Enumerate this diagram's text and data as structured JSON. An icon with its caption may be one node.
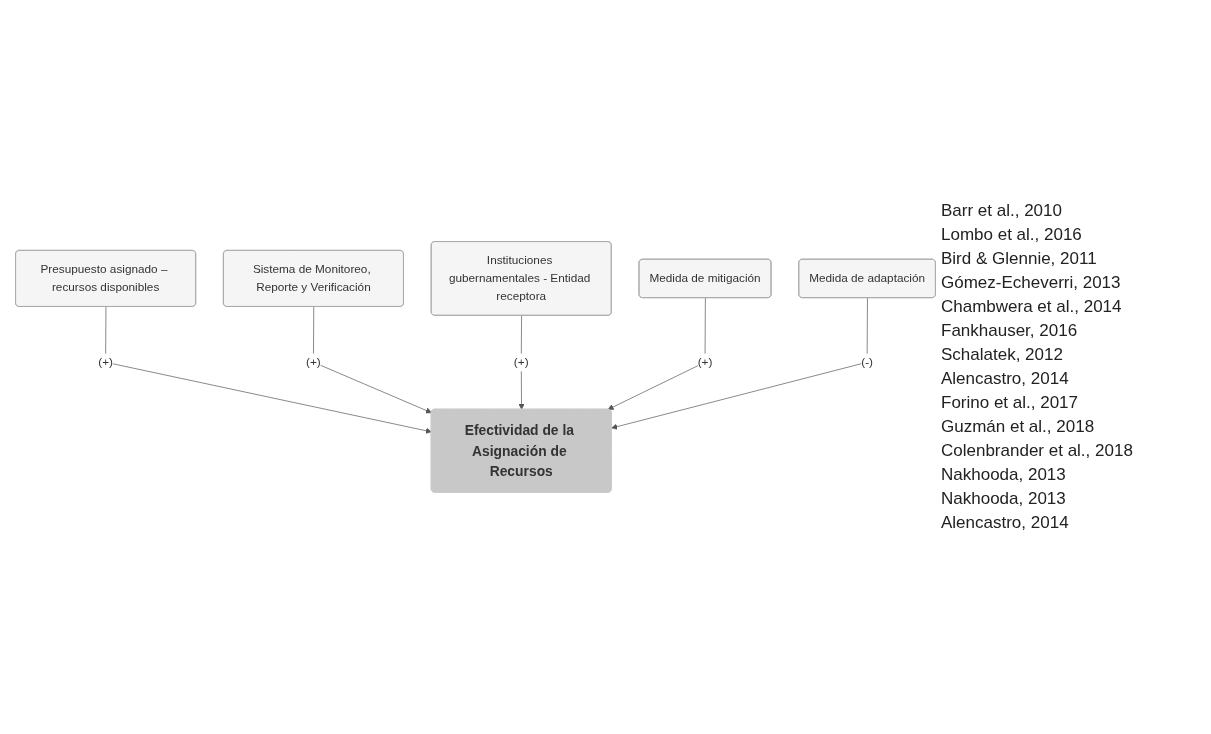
{
  "diagram": {
    "nodes": [
      {
        "text": [
          "Sistema de Monitoreo, Reporte y Verificación"
        ]
      },
      {
        "text": [
          "Presupuesto asignado – recursos disponibles"
        ]
      },
      {
        "text": [
          "Instituciones gubernamentales - Entidad receptora"
        ]
      },
      {
        "text": [
          "Efectividad de la Asignación de Recursos"
        ]
      },
      {
        "text": [
          "Medida de mitigación"
        ]
      },
      {
        "text": [
          "Medida de adaptación"
        ]
      }
    ],
    "edges": [
      {
        "from": 1,
        "to": 3,
        "arrow": "to",
        "label": "(+)"
      },
      {
        "from": 0,
        "to": 3,
        "arrow": "to",
        "label": "(+)"
      },
      {
        "from": 2,
        "to": 3,
        "arrow": "to",
        "label": "(+)"
      },
      {
        "from": 4,
        "to": 3,
        "arrow": "to",
        "label": "(+)"
      },
      {
        "from": 5,
        "to": 3,
        "arrow": "to",
        "label": "(-)"
      }
    ],
    "labels": [
      "Barr et al., 2010",
      "Lombo et al., 2016",
      "Bird & Glennie, 2011",
      "Gómez-Echeverri, 2013",
      "Chambwera et al., 2014",
      "Fankhauser, 2016",
      "Schalatek, 2012",
      "Alencastro, 2014",
      "Forino et al., 2017",
      "Guzmán et al., 2018",
      "Colenbrander et al., 2018",
      "Nakhooda, 2013",
      "Nakhooda, 2013",
      "Alencastro, 2014"
    ]
  }
}
